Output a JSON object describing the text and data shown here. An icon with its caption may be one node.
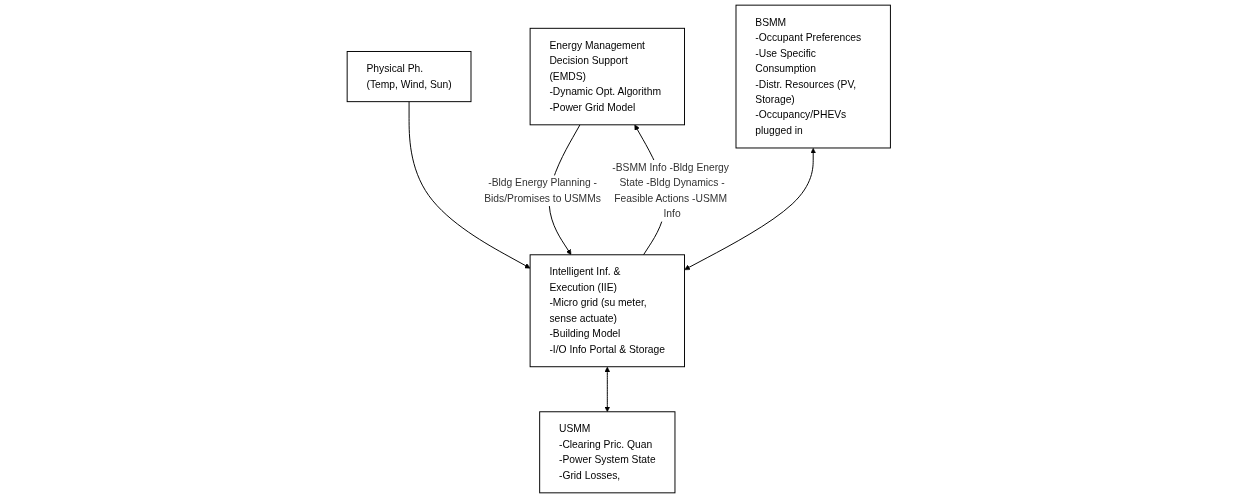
{
  "diagram": {
    "nodes": [
      {
        "text": [
          "Energy Management  Decision Support (EMDS)",
          "-Dynamic Opt. Algorithm",
          "-Power Grid Model"
        ]
      },
      {
        "text": [
          "Physical Ph.",
          "(Temp, Wind, Sun)"
        ]
      },
      {
        "text": [
          "BSMM",
          "-Occupant Preferences",
          "-Use Specific Consumption",
          "-Distr. Resources (PV, Storage)",
          "-Occupancy/PHEVs plugged in"
        ]
      },
      {
        "text": [
          "Intelligent Inf. & Execution (IIE)",
          "-Micro grid (su meter, sense actuate)",
          "-Building Model",
          "-I/O Info Portal & Storage"
        ]
      },
      {
        "text": [
          "USMM",
          "-Clearing Pric. Quan",
          "-Power System State",
          "-Grid Losses,"
        ]
      }
    ],
    "edges": [
      {
        "from": 3,
        "to": 0,
        "arrow": "to",
        "label": "-BSMM Info -Bldg Energy State -Bldg Dynamics -Feasible Actions -USMM Info"
      },
      {
        "from": 0,
        "to": 3,
        "arrow": "to",
        "label": "-Bldg Energy Planning -Bids/Promises to USMMs"
      },
      {
        "from": 1,
        "to": 3,
        "arrow": "to"
      },
      {
        "from": 2,
        "to": 3,
        "arrow": "both"
      },
      {
        "from": 3,
        "to": 4,
        "arrow": "both"
      }
    ]
  }
}
